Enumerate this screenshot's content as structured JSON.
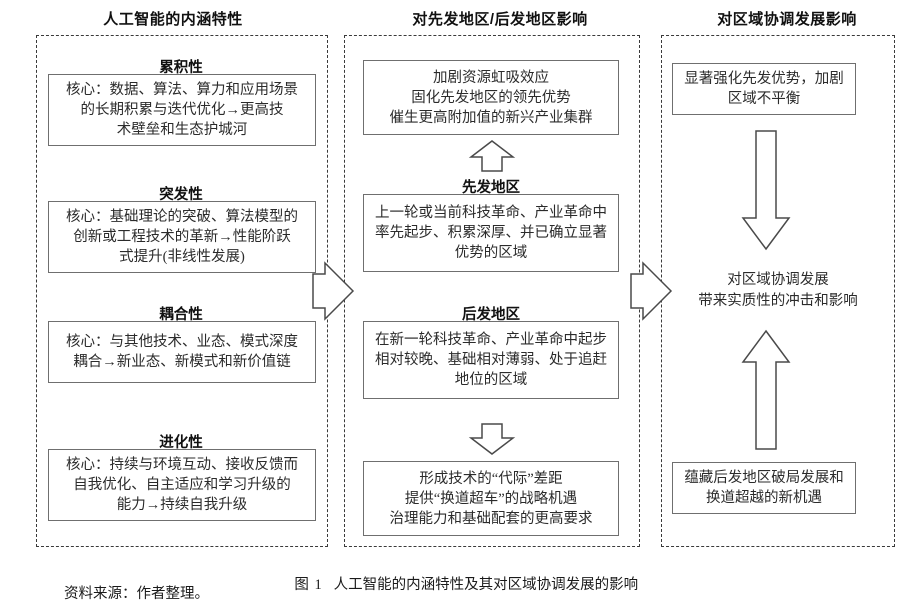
{
  "figure": {
    "caption_label": "图 1",
    "caption_text": "人工智能的内涵特性及其对区域协调发展的影响",
    "source": "资料来源：作者整理。"
  },
  "columns": [
    {
      "id": "ai-traits",
      "title": "人工智能的内涵特性"
    },
    {
      "id": "region-impact",
      "title": "对先发地区/后发地区影响"
    },
    {
      "id": "coordinated",
      "title": "对区域协调发展影响"
    }
  ],
  "left_column": {
    "items": [
      {
        "heading": "累积性",
        "body": "核心：数据、算法、算力和应用场景\n的长期积累与迭代优化→更高技\n术壁垒和生态护城河"
      },
      {
        "heading": "突发性",
        "body": "核心：基础理论的突破、算法模型的\n创新或工程技术的革新→性能阶跃\n式提升(非线性发展)"
      },
      {
        "heading": "耦合性",
        "body": "核心：与其他技术、业态、模式深度\n耦合→新业态、新模式和新价值链"
      },
      {
        "heading": "进化性",
        "body": "核心：持续与环境互动、接收反馈而\n自我优化、自主适应和学习升级的\n能力→持续自我升级"
      }
    ]
  },
  "middle_column": {
    "top_outcome": "加剧资源虹吸效应\n固化先发地区的领先优势\n催生更高附加值的新兴产业集群",
    "blocks": [
      {
        "heading": "先发地区",
        "body": "上一轮或当前科技革命、产业革命中\n率先起步、积累深厚、并已确立显著\n优势的区域"
      },
      {
        "heading": "后发地区",
        "body": "在新一轮科技革命、产业革命中起步\n相对较晚、基础相对薄弱、处于追赶\n地位的区域"
      }
    ],
    "bottom_outcome": "形成技术的“代际”差距\n提供“换道超车”的战略机遇\n治理能力和基础配套的更高要求"
  },
  "right_column": {
    "top_box": "显著强化先发优势，加剧\n区域不平衡",
    "center_text": "对区域协调发展\n带来实质性的冲击和影响",
    "bottom_box": "蕴藏后发地区破局发展和\n换道超越的新机遇"
  },
  "connectors": {
    "left_to_middle": "right-block-arrow-icon",
    "middle_to_right": "right-block-arrow-icon",
    "middle_up": "up-block-arrow-icon",
    "middle_down": "down-block-arrow-icon",
    "right_down": "down-block-arrow-icon",
    "right_up": "up-block-arrow-icon"
  },
  "colors": {
    "box_border": "#6f6f6f",
    "panel_border": "#3a3a3a",
    "arrow_stroke": "#4a4a4a",
    "text": "#2b2b2b",
    "background": "#ffffff"
  }
}
